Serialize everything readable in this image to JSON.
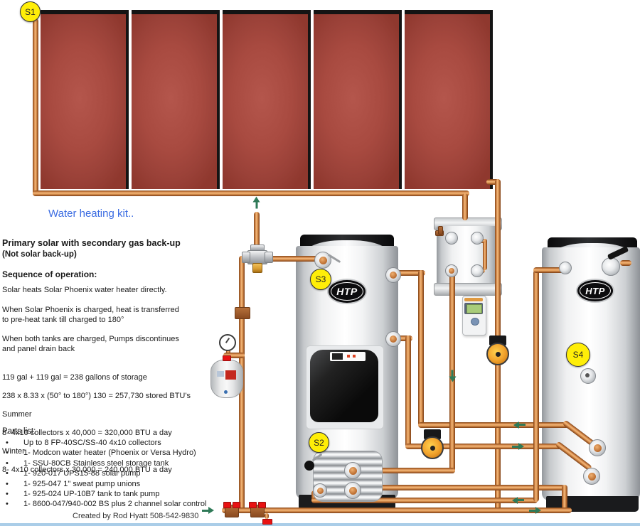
{
  "title": "Water heating kit..",
  "brand_logo": "HTP",
  "sensors": {
    "s1": "S1",
    "s2": "S2",
    "s3": "S3",
    "s4": "S4"
  },
  "description": {
    "heading": "Primary solar with secondary gas back-up",
    "subheading": "(Not solar back-up)",
    "sequence_title": "Sequence of operation:",
    "steps": [
      "Solar heats Solar Phoenix water heater directly.",
      "When Solar Phoenix is charged, heat is transferred\nto pre-heat tank till charged to 180°",
      "When both tanks are charged, Pumps discontinues\nand panel drain back"
    ],
    "storage_calcs": [
      "119 gal + 119 gal = 238 gallons of storage",
      "238 x 8.33 x (50° to 180°) 130 = 257,730 stored BTU's",
      "Summer",
      "8- 4x10 collectors x 40,000 = 320,000 BTU a day",
      "Winter",
      "8- 4x10 collectors x 30,000 = 240,000 BTU a day"
    ]
  },
  "parts_list": {
    "title": "Parts list:",
    "items": [
      "Up to 8 FP-40SC/SS-40 4x10 collectors",
      "1- Modcon water heater (Phoenix or Versa Hydro)",
      "1- SSU-80CB Stainless steel storage tank",
      "1- 920-017 UPS15-88 solar pump",
      "1- 925-047 1\" sweat pump unions",
      "1- 925-024 UP-10B7 tank to tank pump",
      "1- 8600-047/940-002 BS plus 2 channel solar control"
    ]
  },
  "credit": "Created by Rod Hyatt 508-542-9830",
  "colors": {
    "pipe_copper": "#c97c3f",
    "panel_red": "#a84a40",
    "sensor_yellow": "#ffee08",
    "flow_arrow_green": "#2f7a58",
    "title_blue": "#3b6ce2"
  }
}
